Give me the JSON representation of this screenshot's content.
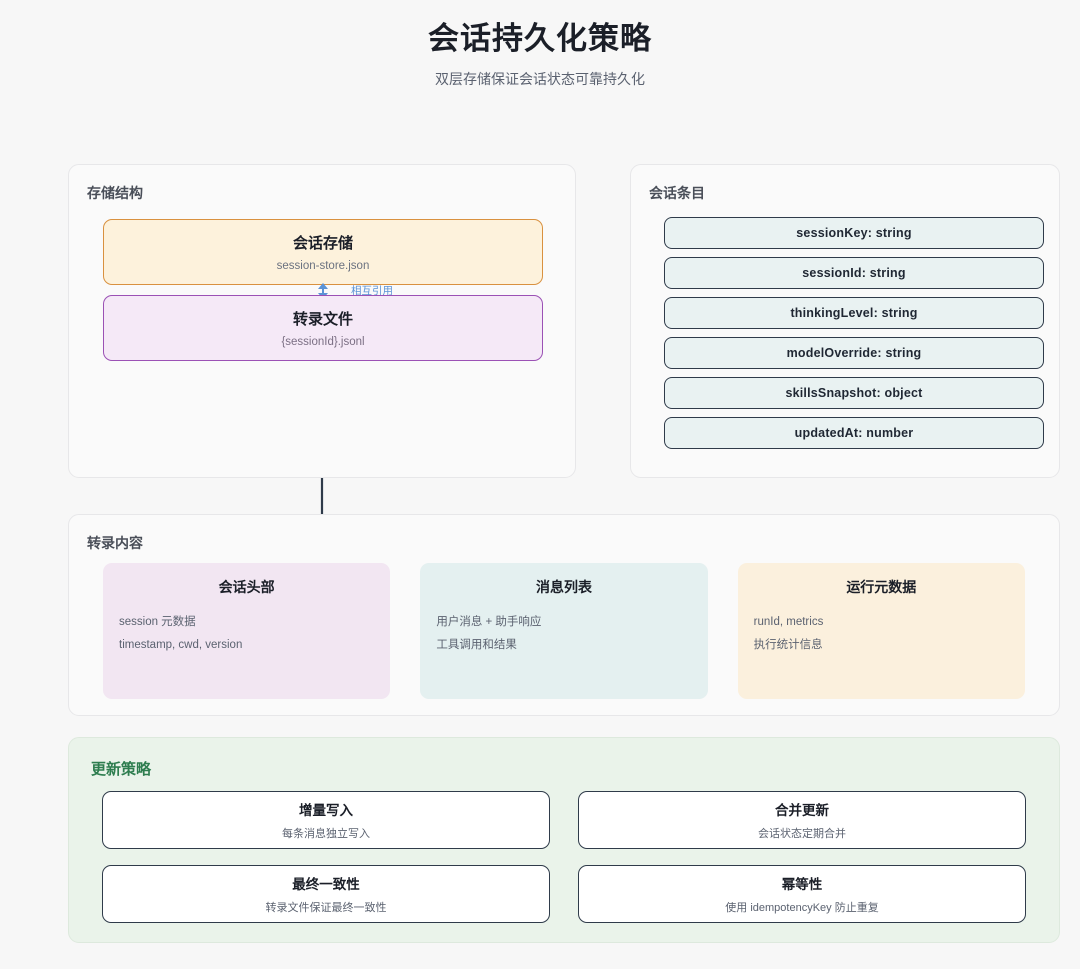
{
  "header": {
    "title": "会话持久化策略",
    "subtitle": "双层存储保证会话状态可靠持久化"
  },
  "storage_structure": {
    "title": "存储结构",
    "connector_label": "相互引用",
    "cards": [
      {
        "title": "会话存储",
        "subtitle": "session-store.json",
        "border_color": "#d9913f",
        "fill_color": "#fdf2dc"
      },
      {
        "title": "转录文件",
        "subtitle": "{sessionId}.jsonl",
        "border_color": "#9b51b5",
        "fill_color": "#f5e9f7"
      }
    ]
  },
  "session_entry": {
    "title": "会话条目",
    "fields": [
      "sessionKey: string",
      "sessionId: string",
      "thinkingLevel: string",
      "modelOverride: string",
      "skillsSnapshot: object",
      "updatedAt: number"
    ]
  },
  "transcript_content": {
    "title": "转录内容",
    "cards": [
      {
        "title": "会话头部",
        "lines": [
          "session 元数据",
          "timestamp, cwd, version"
        ],
        "fill_color": "#f2e6f2"
      },
      {
        "title": "消息列表",
        "lines": [
          "用户消息 + 助手响应",
          "工具调用和结果"
        ],
        "fill_color": "#e4f0f0"
      },
      {
        "title": "运行元数据",
        "lines": [
          "runId, metrics",
          "执行统计信息"
        ],
        "fill_color": "#fbf0dd"
      }
    ]
  },
  "update_strategy": {
    "title": "更新策略",
    "title_color": "#2e7d4f",
    "cards": [
      {
        "title": "增量写入",
        "subtitle": "每条消息独立写入"
      },
      {
        "title": "合并更新",
        "subtitle": "会话状态定期合并"
      },
      {
        "title": "最终一致性",
        "subtitle": "转录文件保证最终一致性"
      },
      {
        "title": "幂等性",
        "subtitle": "使用 idempotencyKey 防止重复"
      }
    ]
  },
  "theme": {
    "page_background": "#f7f7f7",
    "panel_background": "#fafafa",
    "panel_border": "#e7e7e9",
    "connector_color": "#2f3b4a",
    "accent_blue": "#5b93d6"
  }
}
